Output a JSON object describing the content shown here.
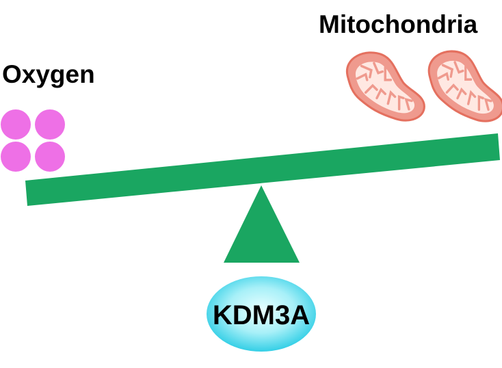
{
  "labels": {
    "left": "Oxygen",
    "right": "Mitochondria",
    "fulcrum": "KDM3A"
  },
  "colors": {
    "beam": "#1aa661",
    "fulcrum": "#1aa661",
    "oxygen": "#ee70e6",
    "mitochondria_fill": "#ef9a8e",
    "mitochondria_outline": "#e4705f",
    "mitochondria_inner": "#ffe8e2",
    "ellipse_center": "#eaffff",
    "ellipse_edge": "#34cfe6"
  },
  "icons": {
    "left_group": "oxygen-molecule-icon",
    "right_group": "mitochondrion-icon"
  },
  "counts": {
    "oxygen_circles": 4,
    "mitochondria": 2
  }
}
